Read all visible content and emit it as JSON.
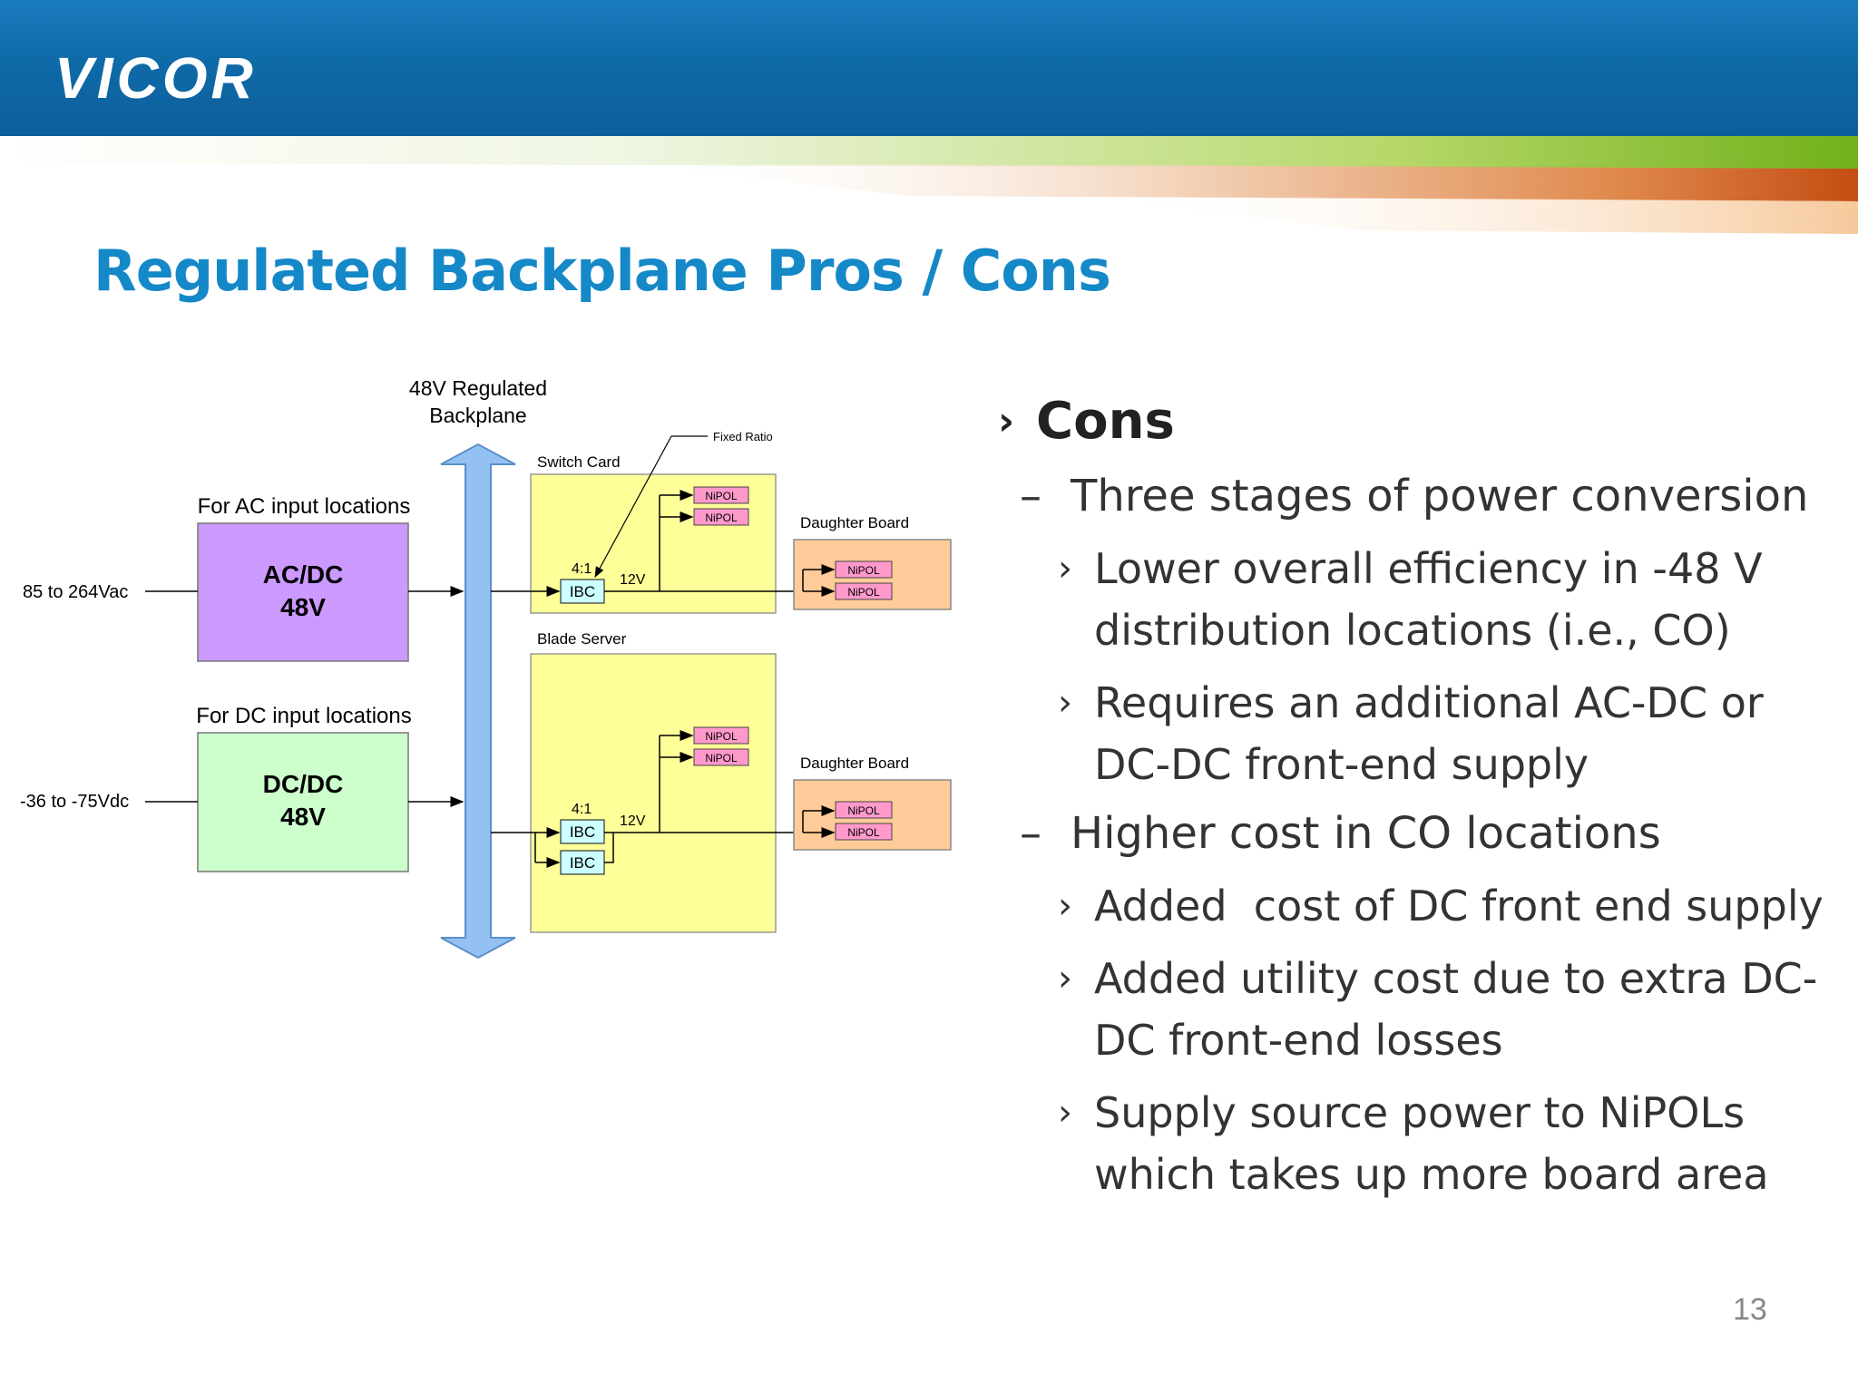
{
  "header": {
    "logo_text": "VICOR",
    "colors": {
      "band": "#0f6aa8",
      "green": "#7ab51d",
      "orange": "#c8501a"
    }
  },
  "title": "Regulated Backplane Pros / Cons",
  "diagram": {
    "backplane_label": [
      "48V Regulated",
      "Backplane"
    ],
    "fixed_ratio_label": "Fixed Ratio",
    "switch_card_label": "Switch Card",
    "blade_server_label": "Blade Server",
    "ac_section_label": "For AC input locations",
    "dc_section_label": "For DC input locations",
    "ac_input": "85 to 264Vac",
    "dc_input": "-36 to -75Vdc",
    "acdc_box": [
      "AC/DC",
      "48V"
    ],
    "dcdc_box": [
      "DC/DC",
      "48V"
    ],
    "ratio": "4:1",
    "ibc": "IBC",
    "bus_voltage": "12V",
    "nipol": "NiPOL",
    "daughter_board": "Daughter Board"
  },
  "bullets": [
    {
      "level": 1,
      "marker": "›",
      "text": "Cons"
    },
    {
      "level": 2,
      "marker": "–",
      "text": "Three stages of power conversion"
    },
    {
      "level": 3,
      "marker": "›",
      "text": "Lower overall efficiency in -48 V distribution locations (i.e., CO)"
    },
    {
      "level": 3,
      "marker": "›",
      "text": "Requires an additional AC-DC or DC-DC front-end supply"
    },
    {
      "level": 2,
      "marker": "–",
      "text": "Higher cost in CO locations"
    },
    {
      "level": 3,
      "marker": "›",
      "text": "Added  cost of DC front end supply"
    },
    {
      "level": 3,
      "marker": "›",
      "text": "Added utility cost due to extra DC-DC front-end losses"
    },
    {
      "level": 3,
      "marker": "›",
      "text": "Supply source power to NiPOLs which takes up more board area"
    }
  ],
  "page_number": "13"
}
